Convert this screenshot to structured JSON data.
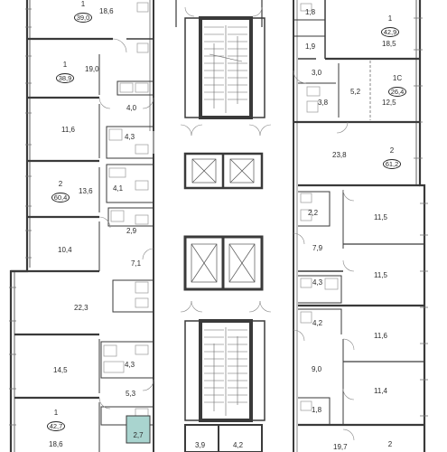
{
  "colors": {
    "wall": "#3a3a3a",
    "thin_wall": "#777777",
    "balcony_fill": "#a9d4cf",
    "background": "#ffffff",
    "text": "#2b2b2b"
  },
  "apartments": [
    {
      "id": "apt-top-left",
      "number": "1",
      "total_area": "39,0"
    },
    {
      "id": "apt-left-2",
      "number": "1",
      "total_area": "38,9"
    },
    {
      "id": "apt-left-3",
      "number": "2",
      "total_area": "60,4"
    },
    {
      "id": "apt-bottom-left",
      "number": "1",
      "total_area": "42,7"
    },
    {
      "id": "apt-top-right",
      "number": "1",
      "total_area": "42,9"
    },
    {
      "id": "apt-studio",
      "number": "1С",
      "total_area": "26,4"
    },
    {
      "id": "apt-right-2",
      "number": "2",
      "total_area": "61,2"
    },
    {
      "id": "apt-bottom-right",
      "number": "2",
      "total_area": ""
    }
  ],
  "rooms": {
    "left": [
      "18,6",
      "19,0",
      "4,0",
      "11,6",
      "4,3",
      "13,6",
      "4,1",
      "2,9",
      "10,4",
      "7,1",
      "22,3",
      "14,5",
      "4,3",
      "5,3",
      "18,6"
    ],
    "balcony": "2,7",
    "core": [
      "3,9",
      "4,2"
    ],
    "right": [
      "1,8",
      "18,5",
      "1,9",
      "3,0",
      "5,2",
      "3,8",
      "12,5",
      "23,8",
      "2,2",
      "11,5",
      "7,9",
      "11,5",
      "4,3",
      "4,2",
      "11,6",
      "9,0",
      "11,4",
      "1,8",
      "19,7"
    ]
  }
}
